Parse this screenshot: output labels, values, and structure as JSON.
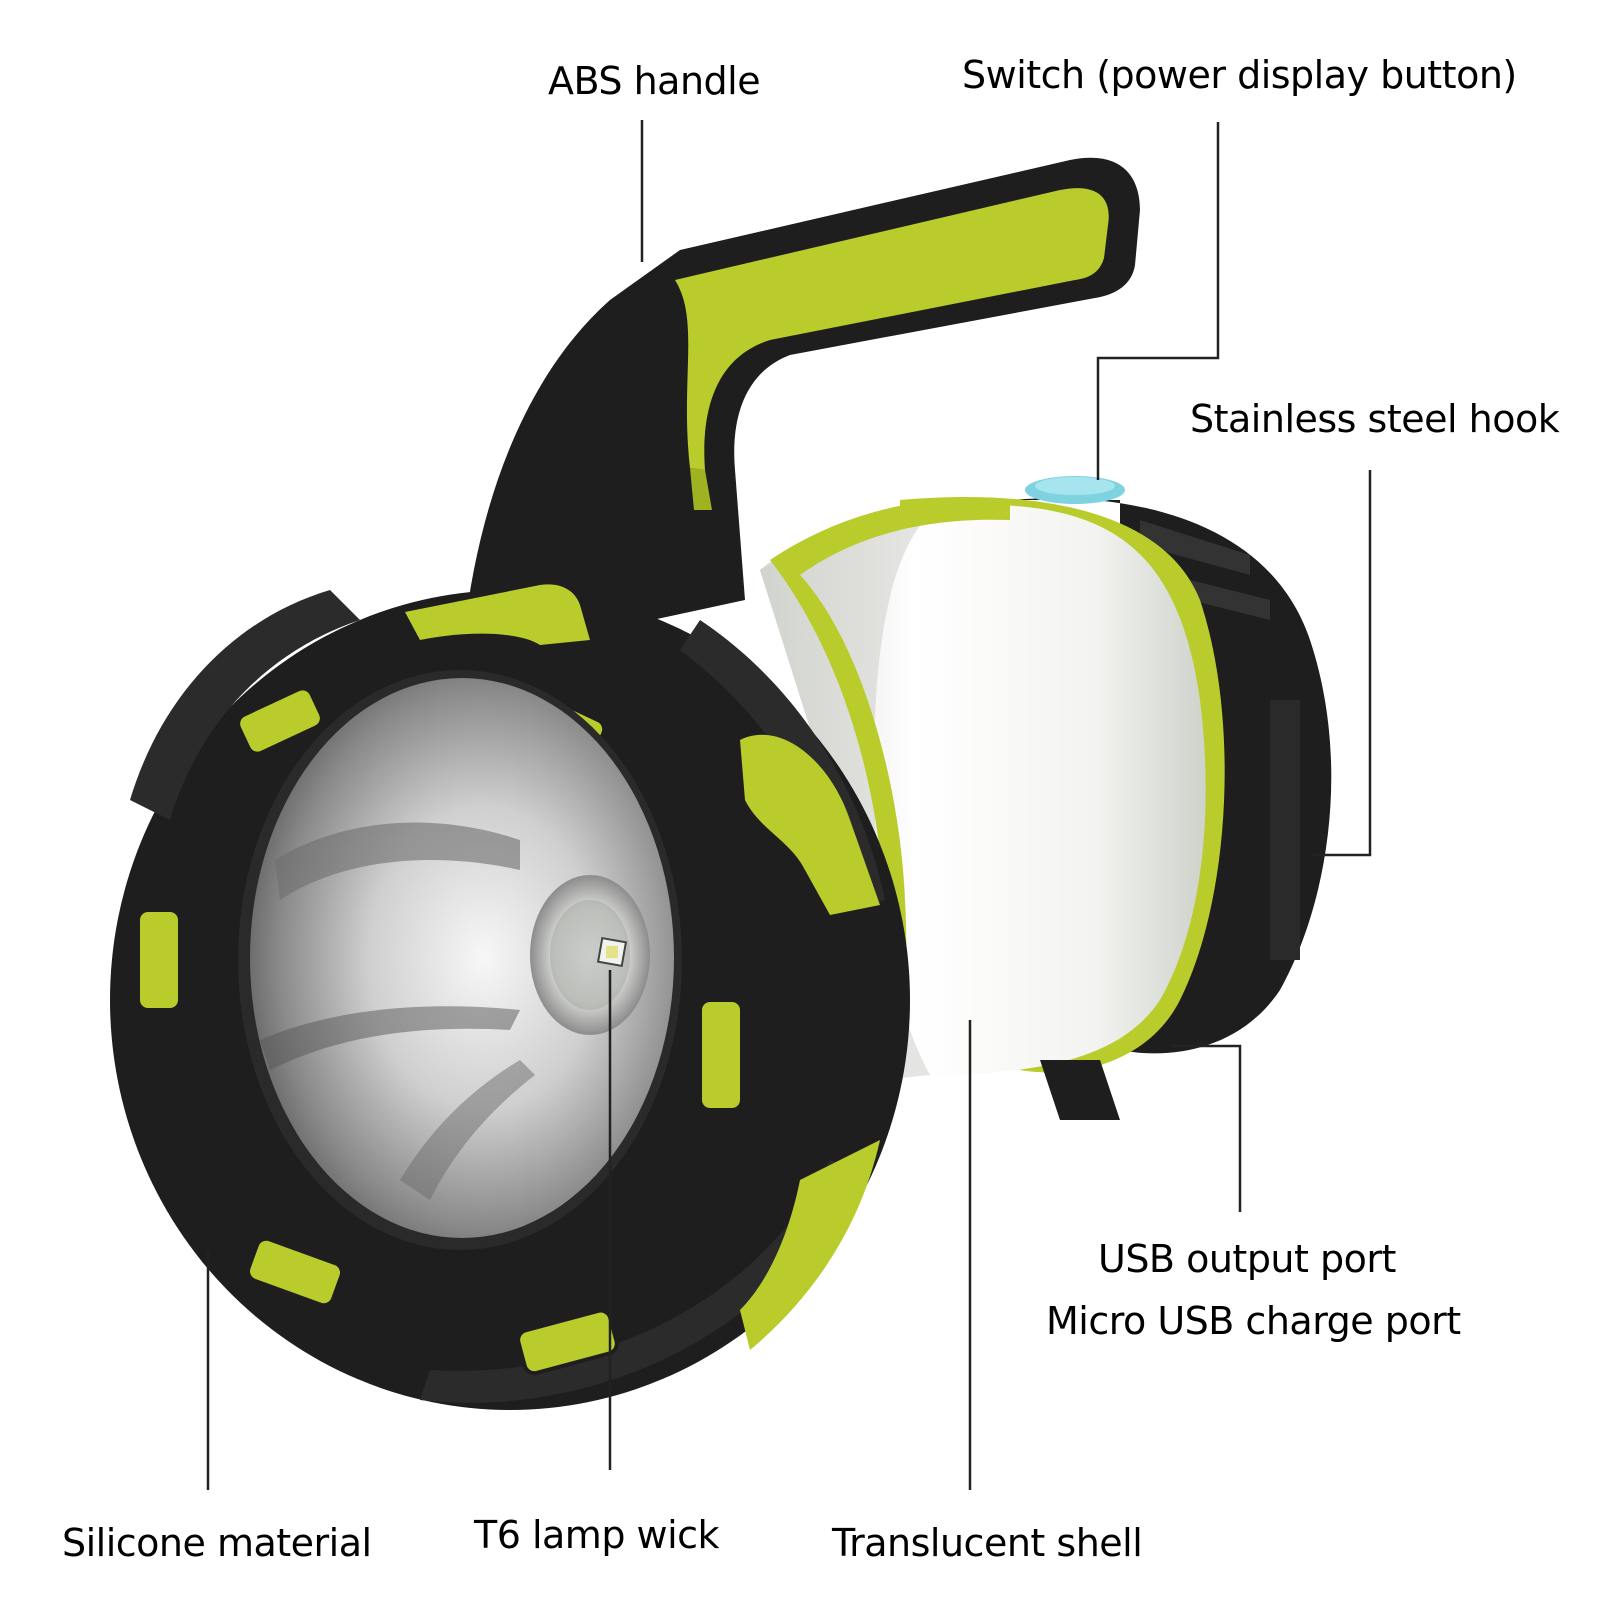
{
  "labels": {
    "abs_handle": "ABS handle",
    "switch": "Switch (power display button)",
    "hook": "Stainless steel hook",
    "usb_output": "USB output port",
    "micro_usb": "Micro USB charge port",
    "silicone": "Silicone material",
    "t6_wick": "T6 lamp wick",
    "shell": "Translucent shell"
  },
  "colors": {
    "body_black": "#1e1e1e",
    "accent_green": "#b9cc2c",
    "shell_white": "#f4f5f3",
    "switch_blue": "#7fd3e0",
    "line": "#222222"
  }
}
